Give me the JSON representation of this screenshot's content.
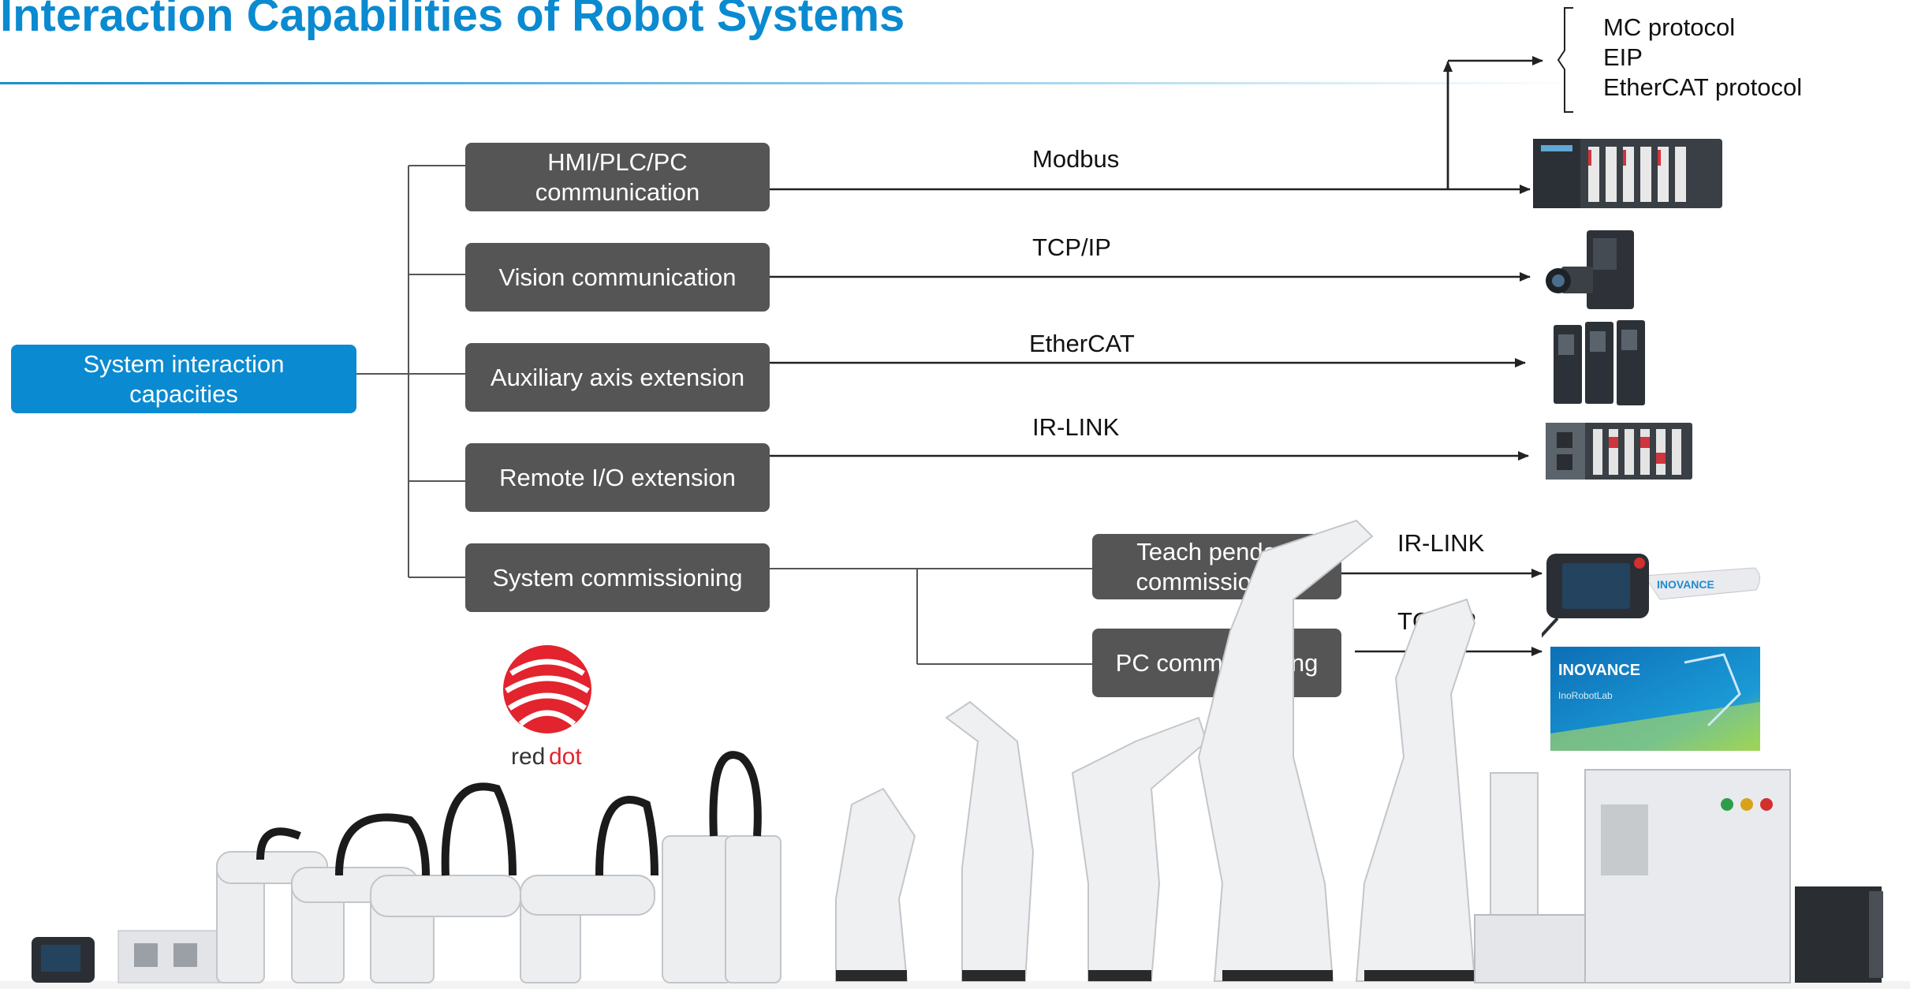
{
  "title": "Interaction Capabilities of Robot Systems",
  "root": "System interaction capacities",
  "branches": [
    {
      "label": "HMI/PLC/PC communication",
      "protocol": "Modbus"
    },
    {
      "label": "Vision communication",
      "protocol": "TCP/IP"
    },
    {
      "label": "Auxiliary axis extension",
      "protocol": "EtherCAT"
    },
    {
      "label": "Remote I/O extension",
      "protocol": "IR-LINK"
    },
    {
      "label": "System commissioning"
    }
  ],
  "commissioning": [
    {
      "label": "Teach pendant commissioning",
      "protocol": "IR-LINK"
    },
    {
      "label": "PC commissioning",
      "protocol": "TCP/IP"
    }
  ],
  "plc_protocols": [
    "MC protocol",
    "EIP",
    "EtherCAT protocol"
  ],
  "logos": {
    "reddot_red": "red",
    "reddot_dot": "dot",
    "brand": "INOVANCE",
    "brand_sub": "InoRobotLab"
  },
  "colors": {
    "title": "#0a8ad0",
    "root_box": "#0a8ad0",
    "branch_box": "#555555"
  }
}
